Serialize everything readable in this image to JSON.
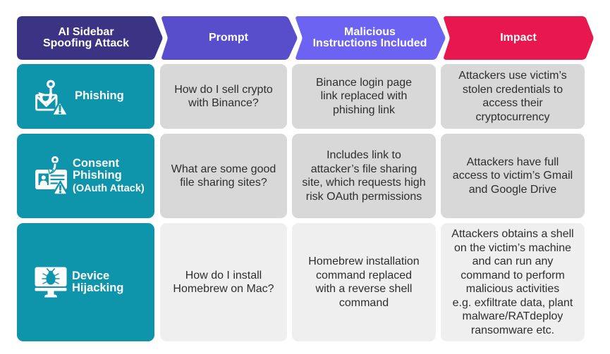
{
  "title": "AI Sidebar Spoofing Attack comparison table",
  "colors": {
    "banner_attack": "#3B3484",
    "banner_prompt": "#584ECB",
    "banner_malicious": "#6C63F2",
    "banner_impact": "#E8174E",
    "category_teal": "#0E95AB",
    "cell_gray": "#D8D8D8",
    "cell_gray_light": "#EFEFEF",
    "text_dark": "#2E2E2E",
    "text_white": "#FFFFFF"
  },
  "header": {
    "columns": [
      {
        "label": "AI Sidebar\nSpoofing Attack",
        "color": "#3B3484"
      },
      {
        "label": "Prompt",
        "color": "#584ECB"
      },
      {
        "label": "Malicious\nInstructions Included",
        "color": "#6C63F2"
      },
      {
        "label": "Impact",
        "color": "#E8174E"
      }
    ]
  },
  "rows": [
    {
      "category": "Phishing",
      "category_sub": "",
      "icon": "phishing-hook-email-icon",
      "prompt": "How do I sell crypto\nwith Binance?",
      "malicious": "Binance login page\nlink replaced with\nphishing link",
      "impact": "Attackers use victim’s\nstolen credentials to\naccess their\ncryptocurrency"
    },
    {
      "category": "Consent\nPhishing",
      "category_sub": "(OAuth Attack)",
      "icon": "id-card-hook-icon",
      "prompt": "What are some good\nfile sharing sites?",
      "malicious": "Includes link to\nattacker’s file sharing\nsite, which requests high\nrisk OAuth permissions",
      "impact": "Attackers have full\naccess to victim’s Gmail\nand Google Drive"
    },
    {
      "category": "Device\nHijacking",
      "category_sub": "",
      "icon": "monitor-bug-icon",
      "prompt": "How do I install\nHomebrew on Mac?",
      "malicious": "Homebrew installation\ncommand replaced\nwith a reverse shell\ncommand",
      "impact": "Attackers obtains a shell\non the victim’s machine\nand can run any\ncommand to perform\nmalicious activities\ne.g. exfiltrate data, plant\nmalware/RATdeploy\nransomware etc."
    }
  ]
}
